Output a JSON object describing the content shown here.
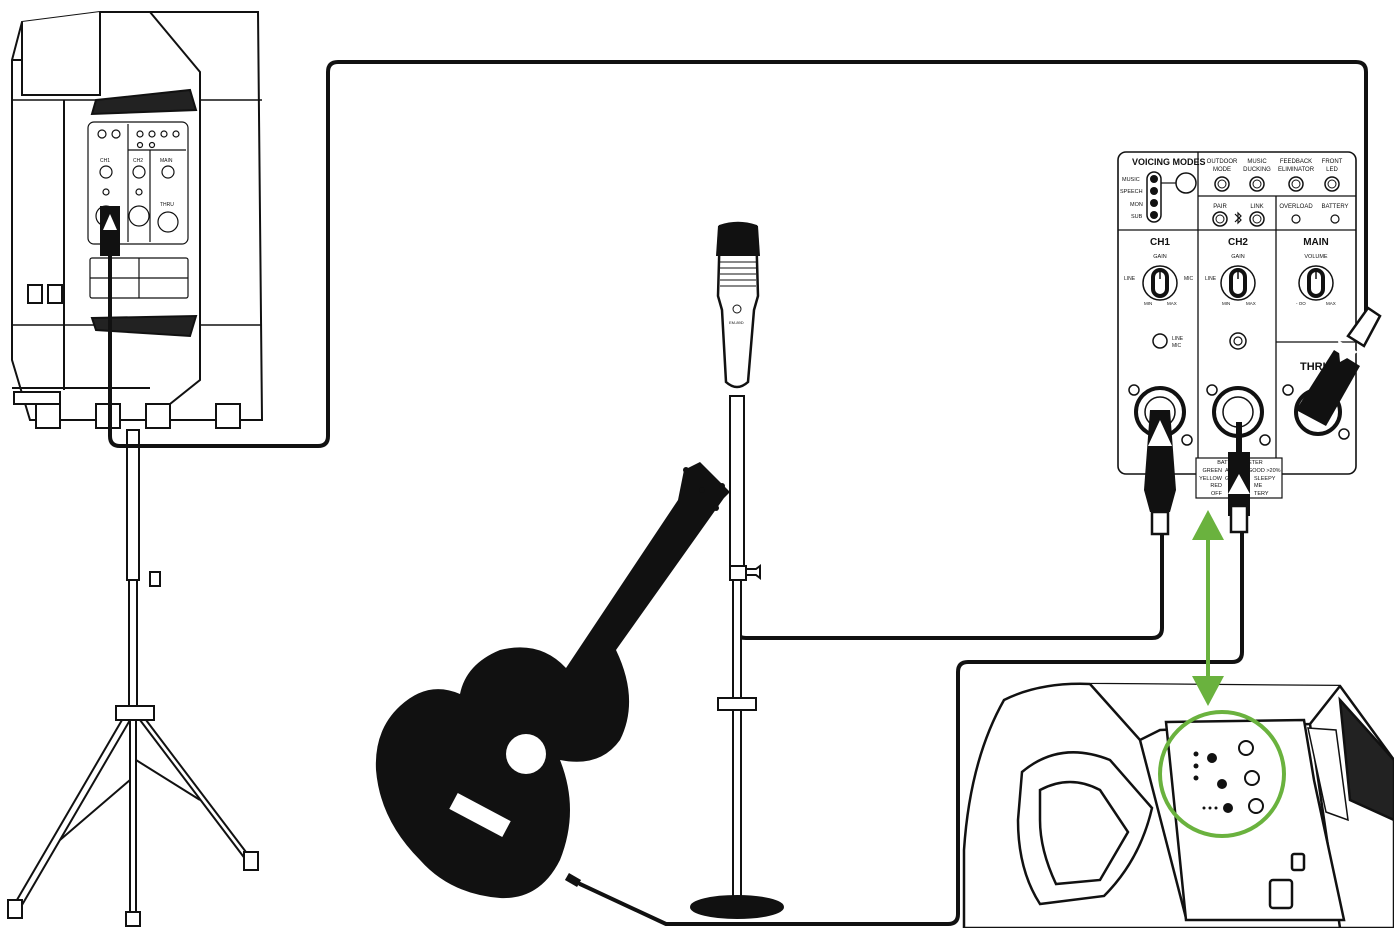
{
  "panel": {
    "voicing_title": "VOICING MODES",
    "voicing_modes": [
      "MUSIC",
      "SPEECH",
      "MON",
      "SUB"
    ],
    "top_buttons": [
      {
        "l1": "OUTDOOR",
        "l2": "MODE"
      },
      {
        "l1": "MUSIC",
        "l2": "DUCKING"
      },
      {
        "l1": "FEEDBACK",
        "l2": "ELIMINATOR"
      },
      {
        "l1": "FRONT",
        "l2": "LED"
      }
    ],
    "pair": "PAIR",
    "link": "LINK",
    "overload": "OVERLOAD",
    "battery": "BATTERY",
    "ch1": "CH1",
    "ch2": "CH2",
    "main": "MAIN",
    "gain": "GAIN",
    "volume": "VOLUME",
    "line": "LINE",
    "mic": "MIC",
    "min": "MIN",
    "max": "MAX",
    "neg_inf": "- OO",
    "line_mic_switch_line": "LINE",
    "line_mic_switch_mic": "MIC",
    "thru": "THRU",
    "battery_meter_title": "BATTERY METER",
    "battery_meter_colors": [
      "GREEN",
      "YELLOW",
      "RED",
      "OFF"
    ],
    "battery_meter_states": [
      "GOOD >20%",
      "SLEEPY",
      "ME",
      "TERY"
    ],
    "battery_meter_partial_a": "A",
    "battery_meter_partial_b": "G"
  },
  "small_panel": {
    "ch1": "CH1",
    "ch2": "CH2",
    "main": "MAIN",
    "thru": "THRU"
  },
  "microphone": {
    "brand_mark": "EM-89D"
  },
  "colors": {
    "line": "#111111",
    "link_arrow": "#6ab23e",
    "highlight_circle": "#6ab23e"
  },
  "icons": [
    "bluetooth-icon",
    "xlr-combo-jack-icon",
    "xlr-output-icon",
    "xlr-plug-icon"
  ]
}
